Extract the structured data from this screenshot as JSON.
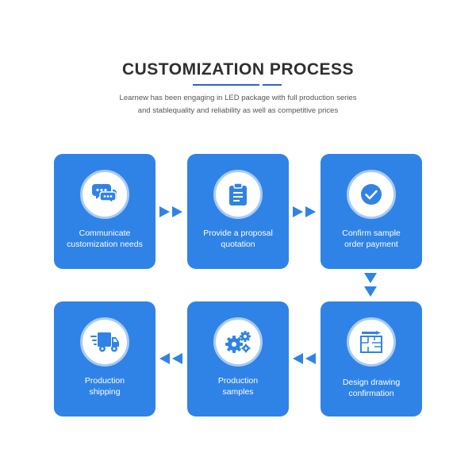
{
  "header": {
    "title": "CUSTOMIZATION PROCESS",
    "subtitle_line1": "Learnew has been engaging in LED package with full production series",
    "subtitle_line2": "and stablequality and reliability as well as competitive prices"
  },
  "steps": [
    {
      "line1": "Communicate",
      "line2": "customization needs",
      "icon": "chat-bubbles-icon"
    },
    {
      "line1": "Provide a proposal",
      "line2": "quotation",
      "icon": "clipboard-icon"
    },
    {
      "line1": "Confirm sample",
      "line2": "order payment",
      "icon": "check-circle-icon"
    },
    {
      "line1": "Design drawing",
      "line2": "confirmation",
      "icon": "blueprint-icon"
    },
    {
      "line1": "Production",
      "line2": "samples",
      "icon": "gears-icon"
    },
    {
      "line1": "Production",
      "line2": "shipping",
      "icon": "delivery-truck-icon"
    }
  ],
  "colors": {
    "card": "#2f83e6",
    "arrow": "#2f83e6",
    "title": "#2f2f2f",
    "accent": "#2a66c8"
  }
}
